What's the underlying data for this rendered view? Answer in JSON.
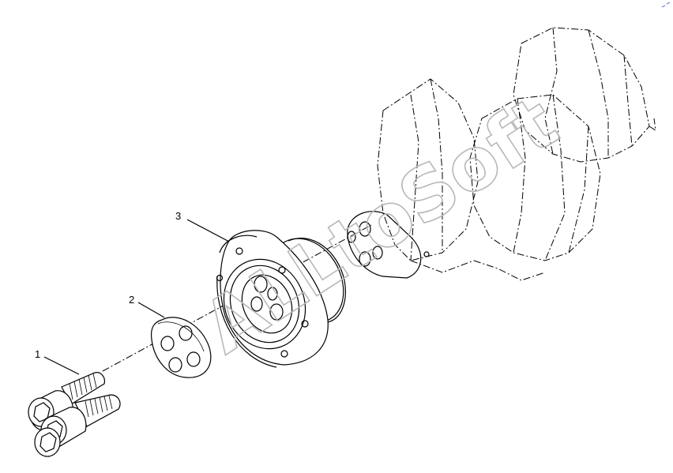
{
  "callouts": [
    {
      "id": "1",
      "label": "1"
    },
    {
      "id": "2",
      "label": "2"
    },
    {
      "id": "3",
      "label": "3"
    }
  ],
  "watermark": "ALLtoSoft"
}
